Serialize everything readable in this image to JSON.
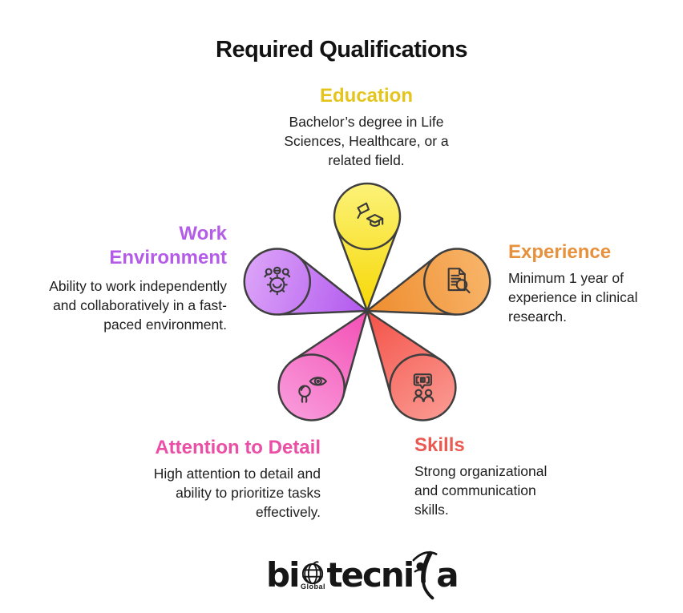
{
  "title": "Required Qualifications",
  "sections": [
    {
      "id": "education",
      "heading": "Education",
      "heading_color": "#e5c41d",
      "body_lines": [
        "Bachelor’s degree in Life",
        "Sciences, Healthcare, or a",
        "related field."
      ],
      "petal_light": "#fcf278",
      "petal_dark": "#f6d805",
      "icon": "graduation-cap-pin-icon"
    },
    {
      "id": "experience",
      "heading": "Experience",
      "heading_color": "#e8913c",
      "body_lines": [
        "Minimum 1 year of",
        "experience in clinical",
        "research."
      ],
      "petal_light": "#f8b468",
      "petal_dark": "#ee8c2e",
      "icon": "document-search-icon"
    },
    {
      "id": "skills",
      "heading": "Skills",
      "heading_color": "#ea5a52",
      "body_lines": [
        "Strong organizational",
        "and communication",
        "skills."
      ],
      "petal_light": "#fa968e",
      "petal_dark": "#f45248",
      "icon": "people-communication-icon"
    },
    {
      "id": "attention_to_detail",
      "heading": "Attention to Detail",
      "heading_color": "#ea4fa5",
      "body_lines": [
        "High attention to detail and",
        "ability to prioritize tasks",
        "effectively."
      ],
      "petal_light": "#f998da",
      "petal_dark": "#f34fb4",
      "icon": "eye-magnifier-icon"
    },
    {
      "id": "work_environment",
      "heading": "Work Environment",
      "heading_lines": [
        "Work",
        "Environment"
      ],
      "heading_color": "#b45ce8",
      "body_lines": [
        "Ability to work independently",
        "and collaboratively in a fast-",
        "paced environment."
      ],
      "petal_light": "#dba2f8",
      "petal_dark": "#b158ee",
      "icon": "gear-team-icon"
    }
  ],
  "diagram": {
    "outline_color": "#3f3f3f"
  },
  "logo": {
    "part1": "bi",
    "part2": "tecni",
    "part3": "a",
    "globe_label": "Global",
    "color": "#161616"
  }
}
